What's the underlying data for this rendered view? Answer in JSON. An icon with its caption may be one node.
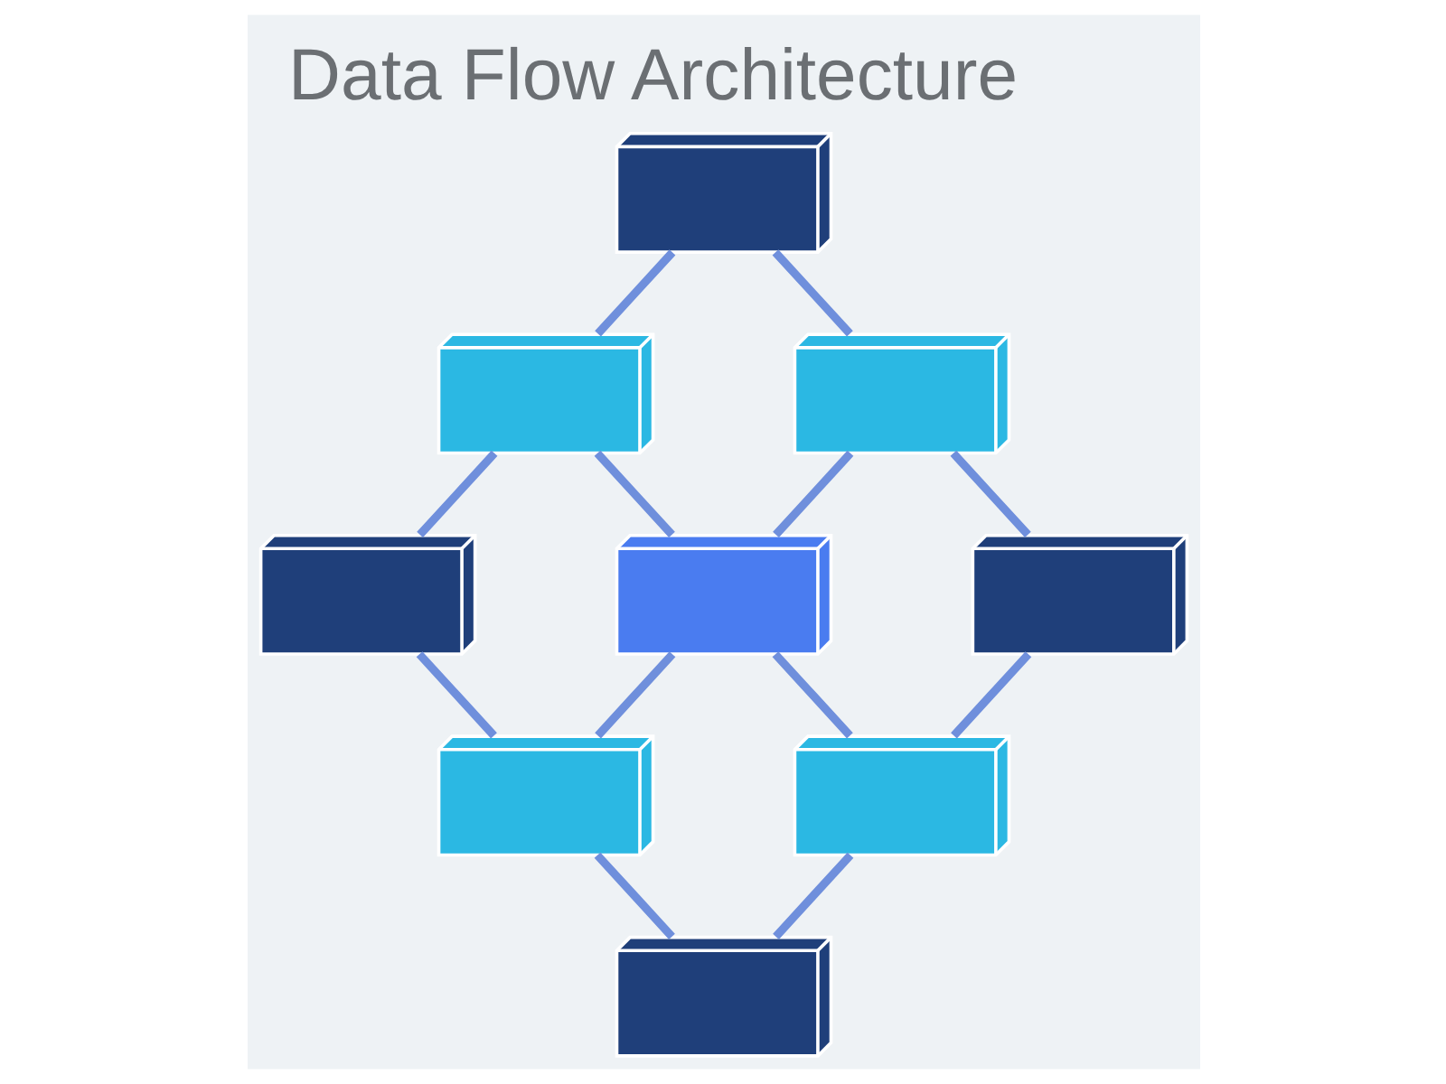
{
  "diagram": {
    "title": "Data Flow Architecture",
    "nodes": [
      {
        "text": [],
        "shape": "box"
      },
      {
        "text": [],
        "shape": "box"
      },
      {
        "text": [],
        "shape": "box"
      },
      {
        "text": [],
        "shape": "box"
      },
      {
        "text": [],
        "shape": "box"
      },
      {
        "text": [],
        "shape": "box"
      },
      {
        "text": [],
        "shape": "box"
      },
      {
        "text": [],
        "shape": "box"
      },
      {
        "text": [],
        "shape": "box"
      }
    ],
    "edges": [
      {
        "from": 0,
        "to": 1,
        "arrow": "none"
      },
      {
        "from": 0,
        "to": 2,
        "arrow": "none"
      },
      {
        "from": 1,
        "to": 3,
        "arrow": "none"
      },
      {
        "from": 1,
        "to": 4,
        "arrow": "none"
      },
      {
        "from": 2,
        "to": 4,
        "arrow": "none"
      },
      {
        "from": 2,
        "to": 5,
        "arrow": "none"
      },
      {
        "from": 3,
        "to": 6,
        "arrow": "none"
      },
      {
        "from": 4,
        "to": 6,
        "arrow": "none"
      },
      {
        "from": 4,
        "to": 7,
        "arrow": "none"
      },
      {
        "from": 5,
        "to": 7,
        "arrow": "none"
      },
      {
        "from": 6,
        "to": 8,
        "arrow": "none"
      },
      {
        "from": 7,
        "to": 8,
        "arrow": "none"
      }
    ]
  }
}
